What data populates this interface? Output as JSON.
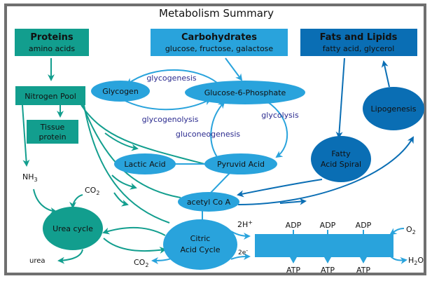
{
  "title": "Metabolism Summary",
  "colors": {
    "teal": "#129e8e",
    "blue": "#29a3dc",
    "darkblue": "#0a6eb4",
    "label": "#2b2b8f",
    "text": "#111111"
  },
  "boxes": {
    "proteins": {
      "title": "Proteins",
      "subtitle": "amino acids"
    },
    "carbohydrates": {
      "title": "Carbohydrates",
      "subtitle": "glucose, fructose, galactose"
    },
    "fats": {
      "title": "Fats and Lipids",
      "subtitle": "fatty acid, glycerol"
    },
    "nitrogen_pool": "Nitrogen Pool",
    "tissue_protein_1": "Tissue",
    "tissue_protein_2": "protein"
  },
  "nodes": {
    "glycogen": "Glycogen",
    "glucose6p": "Glucose-6-Phosphate",
    "lactic": "Lactic Acid",
    "pyruvic": "Pyruvid Acid",
    "lipogenesis": "Lipogenesis",
    "fatty_1": "Fatty",
    "fatty_2": "Acid Spiral",
    "acetyl": "acetyl Co A",
    "urea_cycle": "Urea cycle",
    "citric_1": "Citric",
    "citric_2": "Acid Cycle"
  },
  "process_labels": {
    "glycogenesis": "glycogenesis",
    "glycogenolysis": "glycogenolysis",
    "glycolysis": "glycolysis",
    "gluconeogenesis": "gluconeogenesis"
  },
  "molecules": {
    "nh3": "NH",
    "nh3_sub": "3",
    "co2_top": "CO",
    "co2_top_sub": "2",
    "co2_bottom": "CO",
    "co2_bottom_sub": "2",
    "urea": "urea",
    "h_plus": "2H",
    "h_plus_sup": "+",
    "electrons": "2e",
    "electrons_sup": "-",
    "o2": "O",
    "o2_sub": "2",
    "h2o_h": "H",
    "h2o_sub": "2",
    "h2o_o": "O"
  },
  "etc": {
    "adp": [
      "ADP",
      "ADP",
      "ADP"
    ],
    "atp": [
      "ATP",
      "ATP",
      "ATP"
    ]
  }
}
